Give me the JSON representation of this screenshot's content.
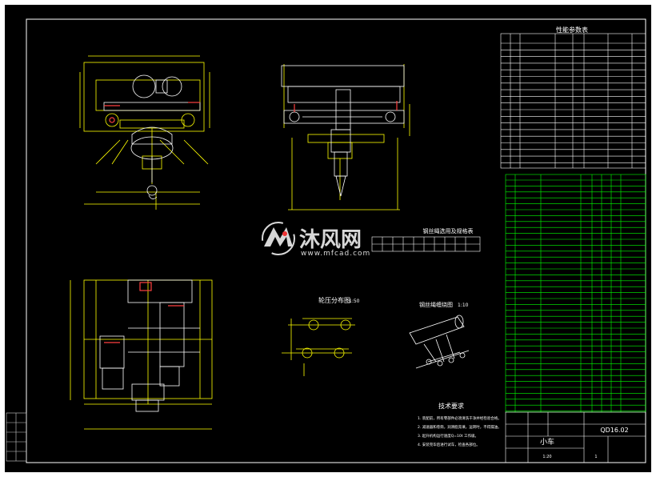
{
  "watermark": {
    "brand": "沐风网",
    "url": "www.mfcad.com"
  },
  "titles": {
    "performance_table": "性能参数表",
    "wheel_pressure": "轮压分布图",
    "wheel_pressure_scale": "1:50",
    "rope_winding": "钢丝绳缠绕图",
    "rope_winding_scale": "1:10",
    "rope_selection": "钢丝绳选用及规格表",
    "tech_requirements": "技术要求"
  },
  "tech_requirements_lines": [
    "1. 装配前，所有零部件必须清洗干净并经检验合格。",
    "2. 减速器和卷筒，润滑脂充填，运转时，不得漏油。",
    "3. 起升机构运行速度Q=10t  工作级。",
    "4. 安装完毕后进行试车，检查各部位。"
  ],
  "title_block": {
    "drawing_no": "QD16.02",
    "part_name": "小车",
    "scale": "1:20",
    "qty": "1"
  },
  "colors": {
    "background": "#000000",
    "frame": "#ffffff",
    "drawing": "#ffff00",
    "parts_list": "#00ff00",
    "accent": "#ff0000",
    "watermark": "#d8d8d8"
  }
}
